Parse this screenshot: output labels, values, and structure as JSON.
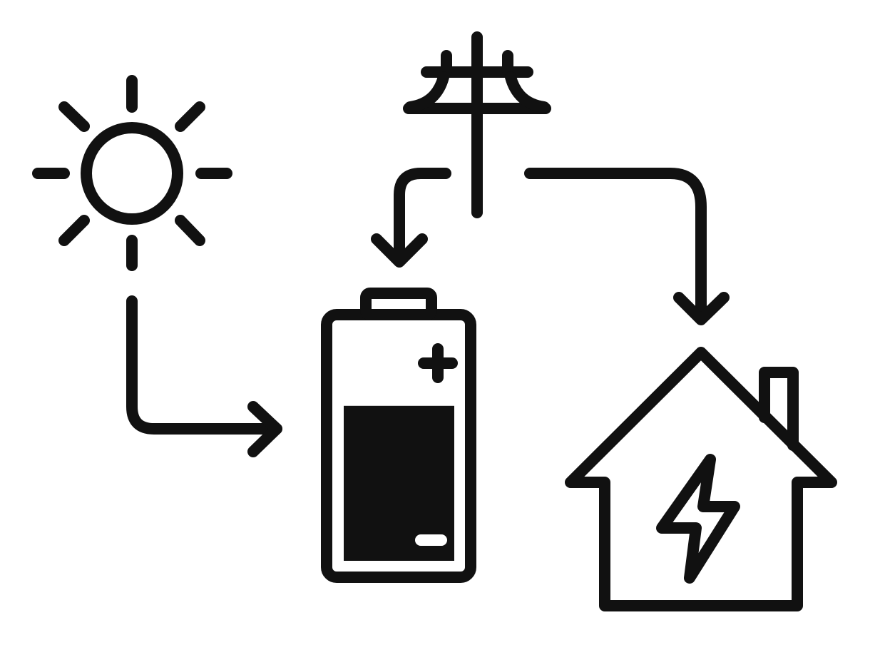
{
  "diagram": {
    "nodes": [
      {
        "id": "sun",
        "icon": "sun-icon"
      },
      {
        "id": "grid",
        "icon": "utility-pole-icon"
      },
      {
        "id": "battery",
        "icon": "battery-icon",
        "charge_level_percent": 60
      },
      {
        "id": "home",
        "icon": "house-lightning-icon"
      }
    ],
    "edges": [
      {
        "from": "sun",
        "to": "battery"
      },
      {
        "from": "grid",
        "to": "battery"
      },
      {
        "from": "grid",
        "to": "home"
      }
    ]
  },
  "colors": {
    "stroke": "#111111",
    "background": "#ffffff",
    "inverse": "#ffffff"
  }
}
